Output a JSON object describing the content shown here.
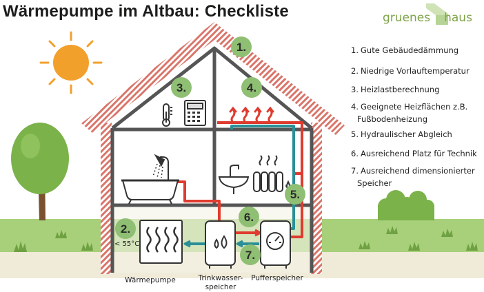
{
  "title": "Wärmepumpe im Altbau: Checkliste",
  "brand": {
    "word1": "gruenes",
    "word2": "haus",
    "color": "#7fa44a"
  },
  "checklist": [
    {
      "num": "1.",
      "text": "Gute Gebäudedämmung"
    },
    {
      "num": "2.",
      "text": "Niedrige Vorlauftemperatur"
    },
    {
      "num": "3.",
      "text": "Heizlastberechnung"
    },
    {
      "num": "4.",
      "text": "Geeignete Heizflächen z.B.",
      "cont": "Fußbodenheizung"
    },
    {
      "num": "5.",
      "text": "Hydraulischer Abgleich"
    },
    {
      "num": "6.",
      "text": "Ausreichend Platz für Technik"
    },
    {
      "num": "7.",
      "text": "Ausreichend dimensionierter",
      "cont": "Speicher"
    }
  ],
  "badges": [
    "1.",
    "2.",
    "3.",
    "4.",
    "5.",
    "6.",
    "7."
  ],
  "temperature": "< 55°C",
  "captions": {
    "heat_pump": "Wärmepumpe",
    "water_tank_line1": "Trinkwasser-",
    "water_tank_line2": "speicher",
    "buffer_tank": "Pufferspeicher"
  },
  "colors": {
    "badge": "#8fbf73",
    "roof_hatch": "#d9756a",
    "wall_line": "#555555",
    "sun": "#f2a02c",
    "hot_pipe": "#e03b2f",
    "cold_pipe": "#2a8f96",
    "grass": "#a8cf7a",
    "ground": "#f0ead8",
    "tree_leaf": "#7bb24a",
    "tree_trunk": "#7a5230"
  },
  "icons": [
    "sun-icon",
    "tree-icon",
    "bathtub-icon",
    "sink-icon",
    "radiator-icon",
    "thermometer-icon",
    "calculator-icon",
    "heat-waves-icon",
    "water-drop-icon",
    "gauge-icon",
    "house-logo-icon"
  ]
}
